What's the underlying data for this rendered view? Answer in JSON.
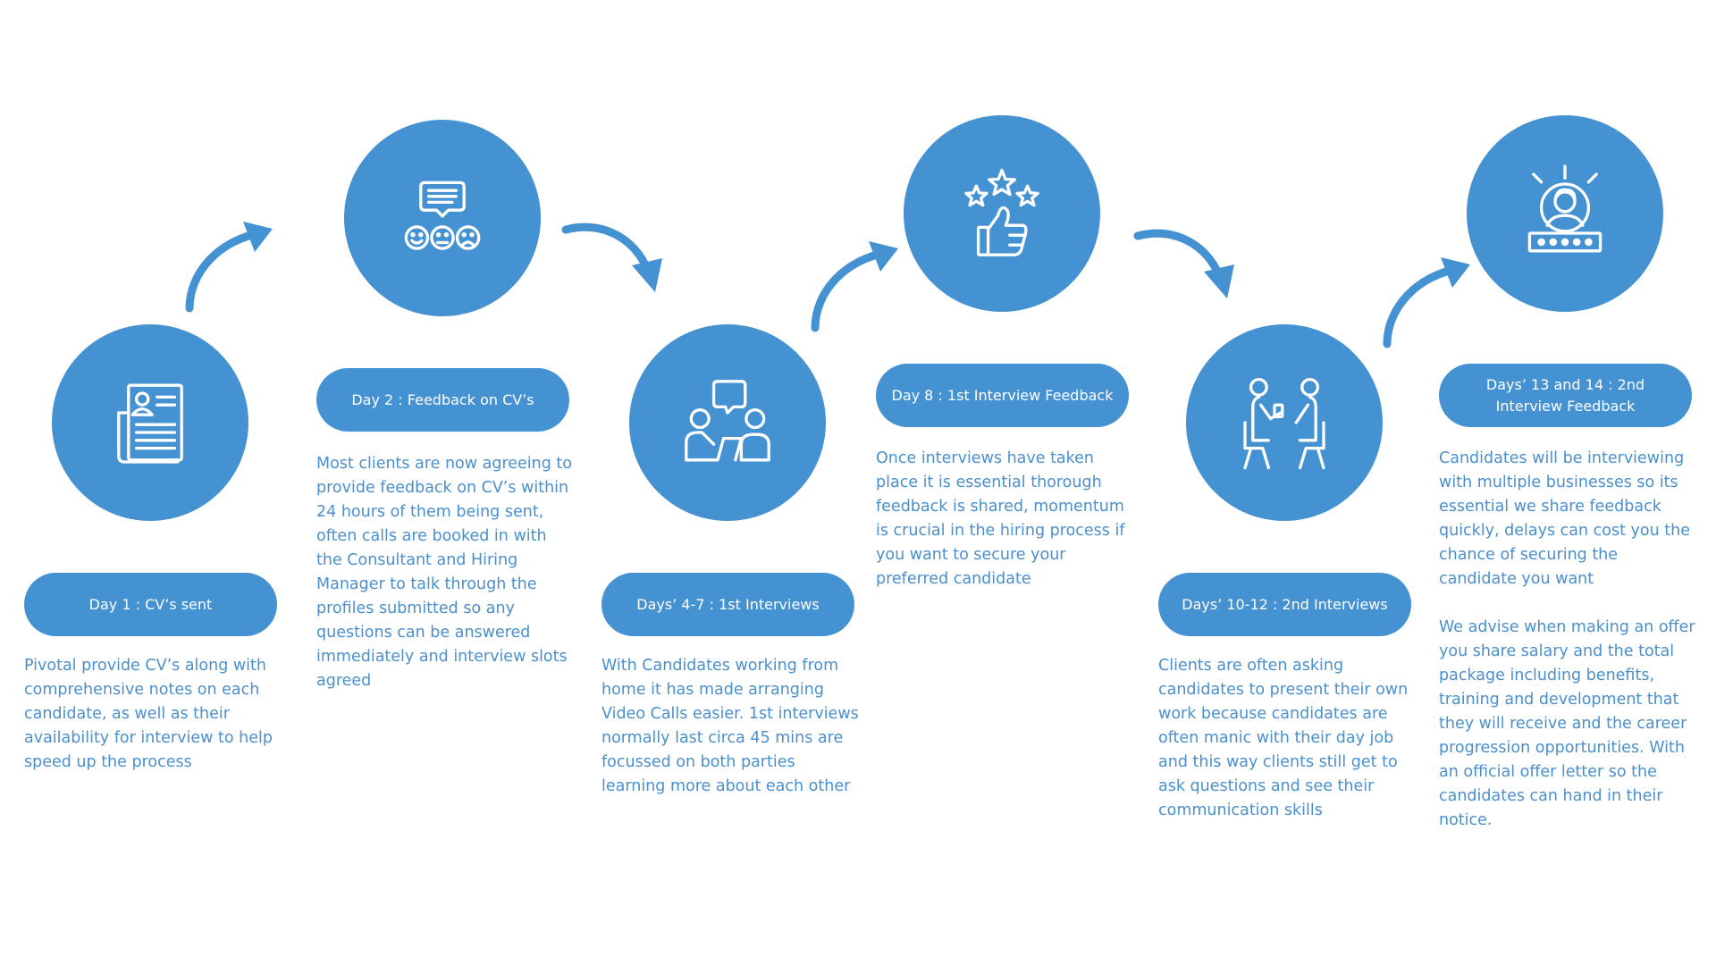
{
  "colors": {
    "accent": "#4592d2",
    "text": "#4b8fcc",
    "icon_stroke": "#ffffff"
  },
  "steps": [
    {
      "icon": "cv-document-icon",
      "label": "Day 1 : CV’s sent",
      "description": [
        "Pivotal provide CV’s along with comprehensive notes on each candidate, as well as their availability for interview to help speed up the process"
      ]
    },
    {
      "icon": "feedback-faces-icon",
      "label": "Day 2 : Feedback on CV’s",
      "description": [
        "Most clients are now agreeing to provide feedback on CV’s within 24 hours of them being sent, often calls are booked in with the Consultant and Hiring Manager to talk through the profiles submitted so any questions can be answered immediately and interview slots agreed"
      ]
    },
    {
      "icon": "video-interview-icon",
      "label": "Days’  4-7 : 1st Interviews",
      "description": [
        "With Candidates working from home it has made arranging Video Calls easier. 1st interviews normally last circa 45 mins are focussed on both parties learning more about each other"
      ]
    },
    {
      "icon": "stars-thumbs-up-icon",
      "label": "Day 8 : 1st Interview Feedback",
      "description": [
        "Once interviews have taken place it is essential thorough feedback is shared, momentum is crucial in the hiring process if you want to secure your preferred candidate"
      ]
    },
    {
      "icon": "seated-interview-icon",
      "label": "Days’ 10-12 : 2nd Interviews",
      "description": [
        "Clients are often asking candidates to present their own work because candidates are often manic with their day job and this way clients still get to ask questions and see their communication skills"
      ]
    },
    {
      "icon": "star-candidate-icon",
      "label": "Days’ 13 and 14 : 2nd Interview Feedback",
      "description": [
        "Candidates will be interviewing with multiple businesses so its essential we share feedback quickly, delays can cost you the chance of securing the candidate you want",
        "We advise when making an offer you share salary and the total package including benefits, training and development that they will receive and the career progression opportunities. With an official offer letter so the candidates can hand in their notice."
      ]
    }
  ]
}
